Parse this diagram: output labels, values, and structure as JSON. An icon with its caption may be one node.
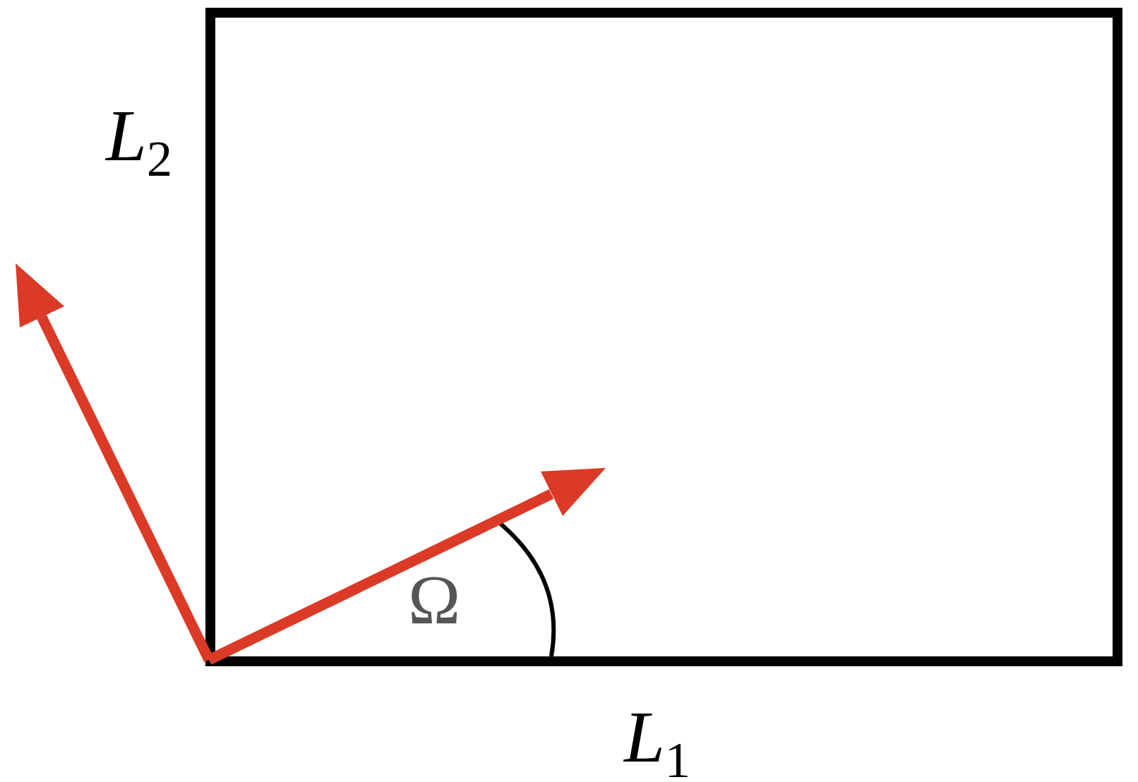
{
  "diagram": {
    "labels": [
      "*L*$_{2}$",
      "Ω",
      "*L*$_{1}$"
    ]
  }
}
